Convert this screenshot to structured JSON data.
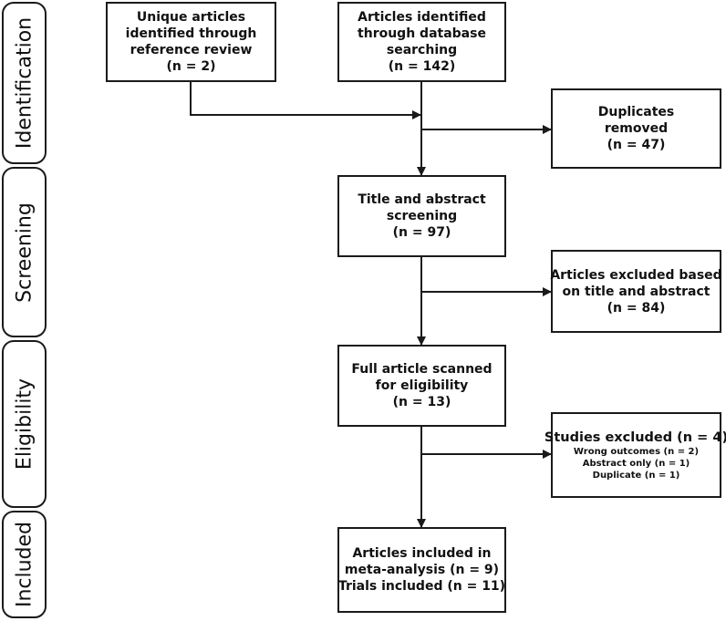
{
  "stages": [
    {
      "id": "identification",
      "label": "Identification"
    },
    {
      "id": "screening",
      "label": "Screening"
    },
    {
      "id": "eligibility",
      "label": "Eligibility"
    },
    {
      "id": "included",
      "label": "Included"
    }
  ],
  "boxes": {
    "reference_review": {
      "lines": [
        "Unique articles",
        "identified through",
        "reference review",
        "(n = 2)"
      ]
    },
    "database_search": {
      "lines": [
        "Articles identified",
        "through database",
        "searching",
        "(n = 142)"
      ]
    },
    "duplicates": {
      "lines": [
        "Duplicates",
        "removed",
        "(n = 47)"
      ]
    },
    "title_abstract": {
      "lines": [
        "Title and abstract",
        "screening",
        "(n = 97)"
      ]
    },
    "excluded_title": {
      "lines": [
        "Articles excluded based",
        "on title and abstract",
        "(n = 84)"
      ]
    },
    "full_article": {
      "lines": [
        "Full article scanned",
        "for eligibility",
        "(n = 13)"
      ]
    },
    "studies_excluded": {
      "title": "Studies excluded (n = 4)",
      "reasons": [
        "Wrong outcomes (n = 2)",
        "Abstract only (n = 1)",
        "Duplicate (n = 1)"
      ]
    },
    "included": {
      "lines": [
        "Articles included in",
        "meta-analysis (n = 9)",
        "Trials included (n = 11)"
      ]
    }
  },
  "colors": {
    "stroke": "#1a1a1a",
    "background": "#ffffff"
  }
}
